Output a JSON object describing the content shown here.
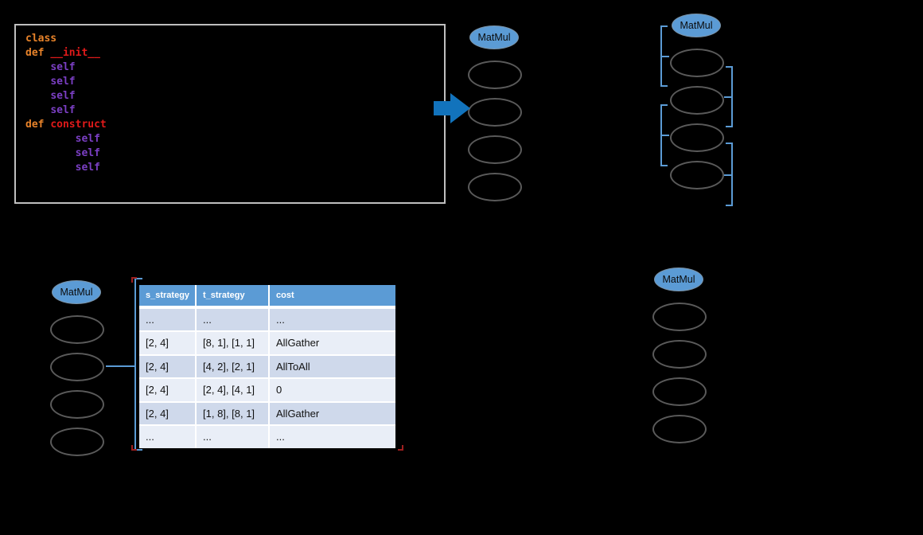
{
  "colors": {
    "background": "#000000",
    "accent_blue": "#5B9BD5",
    "arrow_blue": "#1273BC",
    "node_fill": "#5B9BD5",
    "node_border": "#5A5A5A",
    "code_border": "#BFBFBF",
    "code_keyword_orange": "#E8832A",
    "code_method_red": "#E01A1A",
    "code_self_purple": "#7B3FC4",
    "table_header_bg": "#5B9BD5",
    "table_row_dark": "#CFD9EB",
    "table_row_light": "#E9EEF7",
    "red_mark": "#9E1F1F"
  },
  "code_block": {
    "lines": [
      [
        {
          "text": "class",
          "style": "kw"
        }
      ],
      [
        {
          "text": "def ",
          "style": "kw"
        },
        {
          "text": "__init__",
          "style": "fn"
        }
      ],
      [
        {
          "text": "    ",
          "style": "plain"
        },
        {
          "text": "self",
          "style": "self"
        }
      ],
      [
        {
          "text": "    ",
          "style": "plain"
        },
        {
          "text": "self",
          "style": "self"
        }
      ],
      [
        {
          "text": "    ",
          "style": "plain"
        },
        {
          "text": "self",
          "style": "self"
        }
      ],
      [
        {
          "text": "    ",
          "style": "plain"
        },
        {
          "text": "self",
          "style": "self"
        }
      ],
      [
        {
          "text": "def ",
          "style": "kw"
        },
        {
          "text": "construct",
          "style": "fn"
        }
      ],
      [
        {
          "text": "        ",
          "style": "plain"
        },
        {
          "text": "self",
          "style": "self"
        }
      ],
      [
        {
          "text": "        ",
          "style": "plain"
        },
        {
          "text": "self",
          "style": "self"
        }
      ],
      [
        {
          "text": "        ",
          "style": "plain"
        },
        {
          "text": "self",
          "style": "self"
        }
      ]
    ]
  },
  "groups": [
    {
      "name": "graph-top-middle",
      "label": "MatMul",
      "node_count": 4
    },
    {
      "name": "graph-top-right",
      "label": "MatMul",
      "node_count": 4
    },
    {
      "name": "graph-bottom-left",
      "label": "MatMul",
      "node_count": 4
    },
    {
      "name": "graph-bottom-right",
      "label": "MatMul",
      "node_count": 4
    }
  ],
  "table": {
    "headers": [
      "s_strategy",
      "t_strategy",
      "cost"
    ],
    "rows": [
      [
        "...",
        "...",
        "..."
      ],
      [
        "[2, 4]",
        "[8, 1], [1, 1]",
        "AllGather"
      ],
      [
        "[2, 4]",
        "[4, 2], [2, 1]",
        "AllToAll"
      ],
      [
        "[2, 4]",
        "[2, 4], [4, 1]",
        "0"
      ],
      [
        "[2, 4]",
        "[1, 8], [8, 1]",
        "AllGather"
      ],
      [
        "...",
        "...",
        "..."
      ]
    ]
  }
}
